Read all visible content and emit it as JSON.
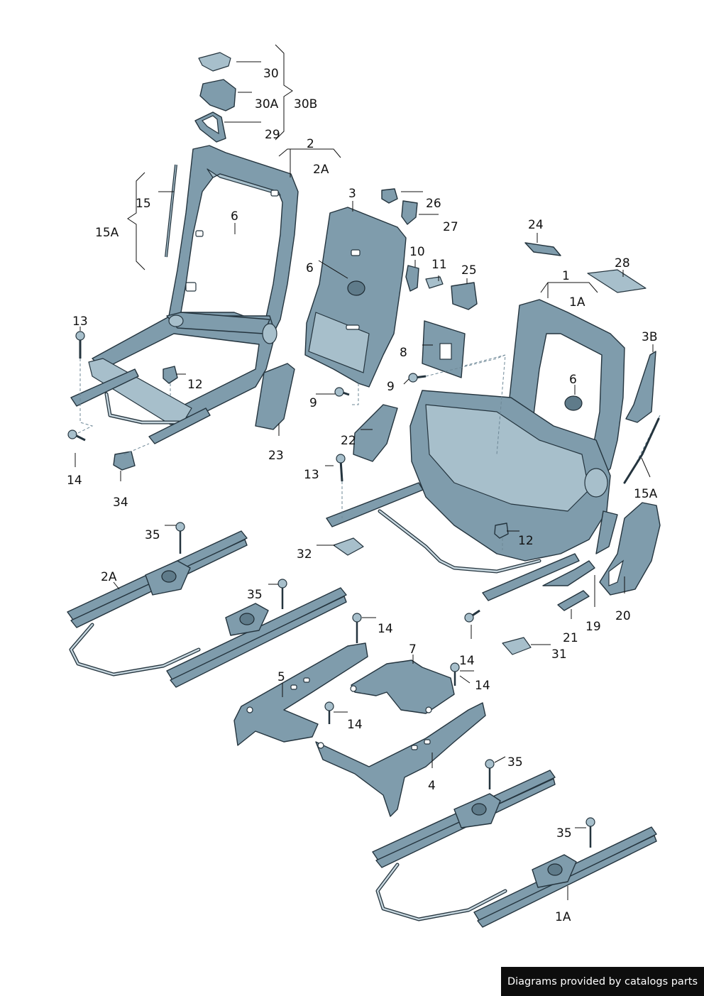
{
  "credit": "Diagrams provided by catalogs parts",
  "callouts": {
    "c30": "30",
    "c30A": "30A",
    "c30B": "30B",
    "c29": "29",
    "c2": "2",
    "c2A_top": "2A",
    "c15": "15",
    "c15A_left": "15A",
    "c6_left": "6",
    "c6_mid": "6",
    "c6_right": "6",
    "c3": "3",
    "c26": "26",
    "c27": "27",
    "c10": "10",
    "c11": "11",
    "c25": "25",
    "c24": "24",
    "c28": "28",
    "c1": "1",
    "c1A_top": "1A",
    "c13_left": "13",
    "c12_left": "12",
    "c8": "8",
    "c9_right": "9",
    "c9_left": "9",
    "c3B": "3B",
    "c22": "22",
    "c23": "23",
    "c14_left": "14",
    "c34": "34",
    "c13_mid": "13",
    "c15A_right": "15A",
    "c35_a": "35",
    "c12_right": "12",
    "c32": "32",
    "c2A_rail": "2A",
    "c35_b": "35",
    "c20": "20",
    "c19": "19",
    "c21": "21",
    "c14_a": "14",
    "c31": "31",
    "c7": "7",
    "c14_b": "14",
    "c14_c": "14",
    "c5": "5",
    "c14_d": "14",
    "c4": "4",
    "c35_c": "35",
    "c35_d": "35",
    "c1A_rail": "1A"
  },
  "colors": {
    "part": "#7f9cac",
    "part_light": "#a7bfcb",
    "outline": "#24343e",
    "credit_bg": "#0d0d0d"
  }
}
